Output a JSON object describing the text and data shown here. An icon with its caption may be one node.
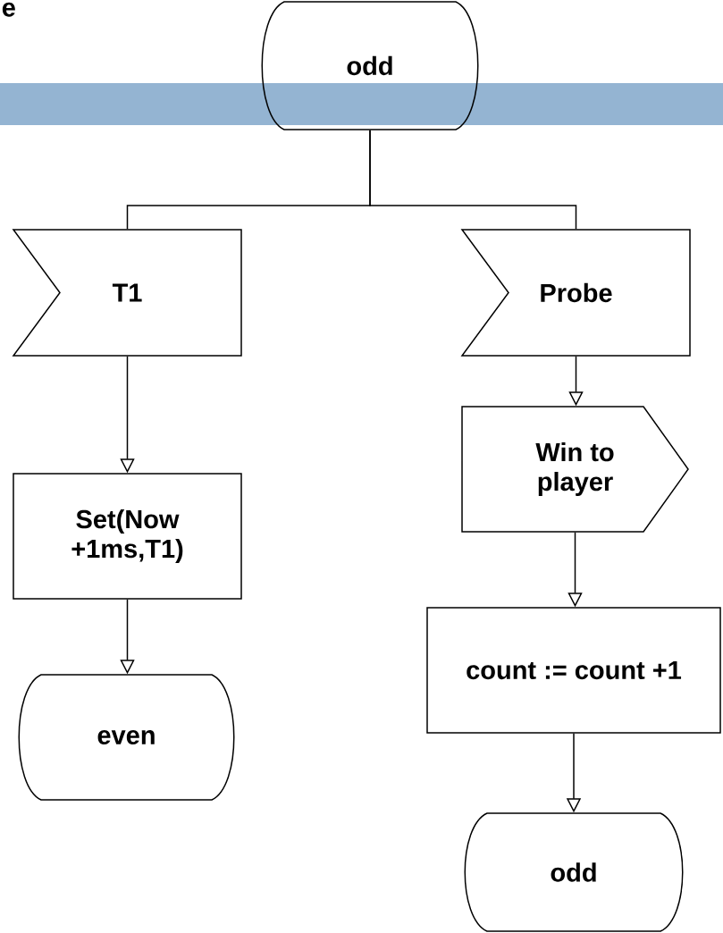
{
  "diagram": {
    "nodes": [
      {
        "text": [
          "odd"
        ]
      },
      {
        "text": [
          "T1"
        ]
      },
      {
        "text": [
          "Probe"
        ]
      },
      {
        "text": [
          "Set(Now +1ms,T1)"
        ]
      },
      {
        "text": [
          "Win to player"
        ]
      },
      {
        "text": [
          "count := count +1"
        ]
      },
      {
        "text": [
          "even"
        ]
      },
      {
        "text": [
          "odd"
        ]
      },
      {
        "text": [],
        "shape": "bar"
      }
    ],
    "edges": [
      {
        "from": 0,
        "to": 1,
        "arrow": "none"
      },
      {
        "from": 0,
        "to": 2,
        "arrow": "none"
      },
      {
        "from": 1,
        "to": 3,
        "arrow": "to"
      },
      {
        "from": 3,
        "to": 6,
        "arrow": "to"
      },
      {
        "from": 2,
        "to": 4,
        "arrow": "to"
      },
      {
        "from": 4,
        "to": 5,
        "arrow": "to"
      },
      {
        "from": 5,
        "to": 7,
        "arrow": "to"
      }
    ],
    "labels": [
      "e"
    ]
  }
}
